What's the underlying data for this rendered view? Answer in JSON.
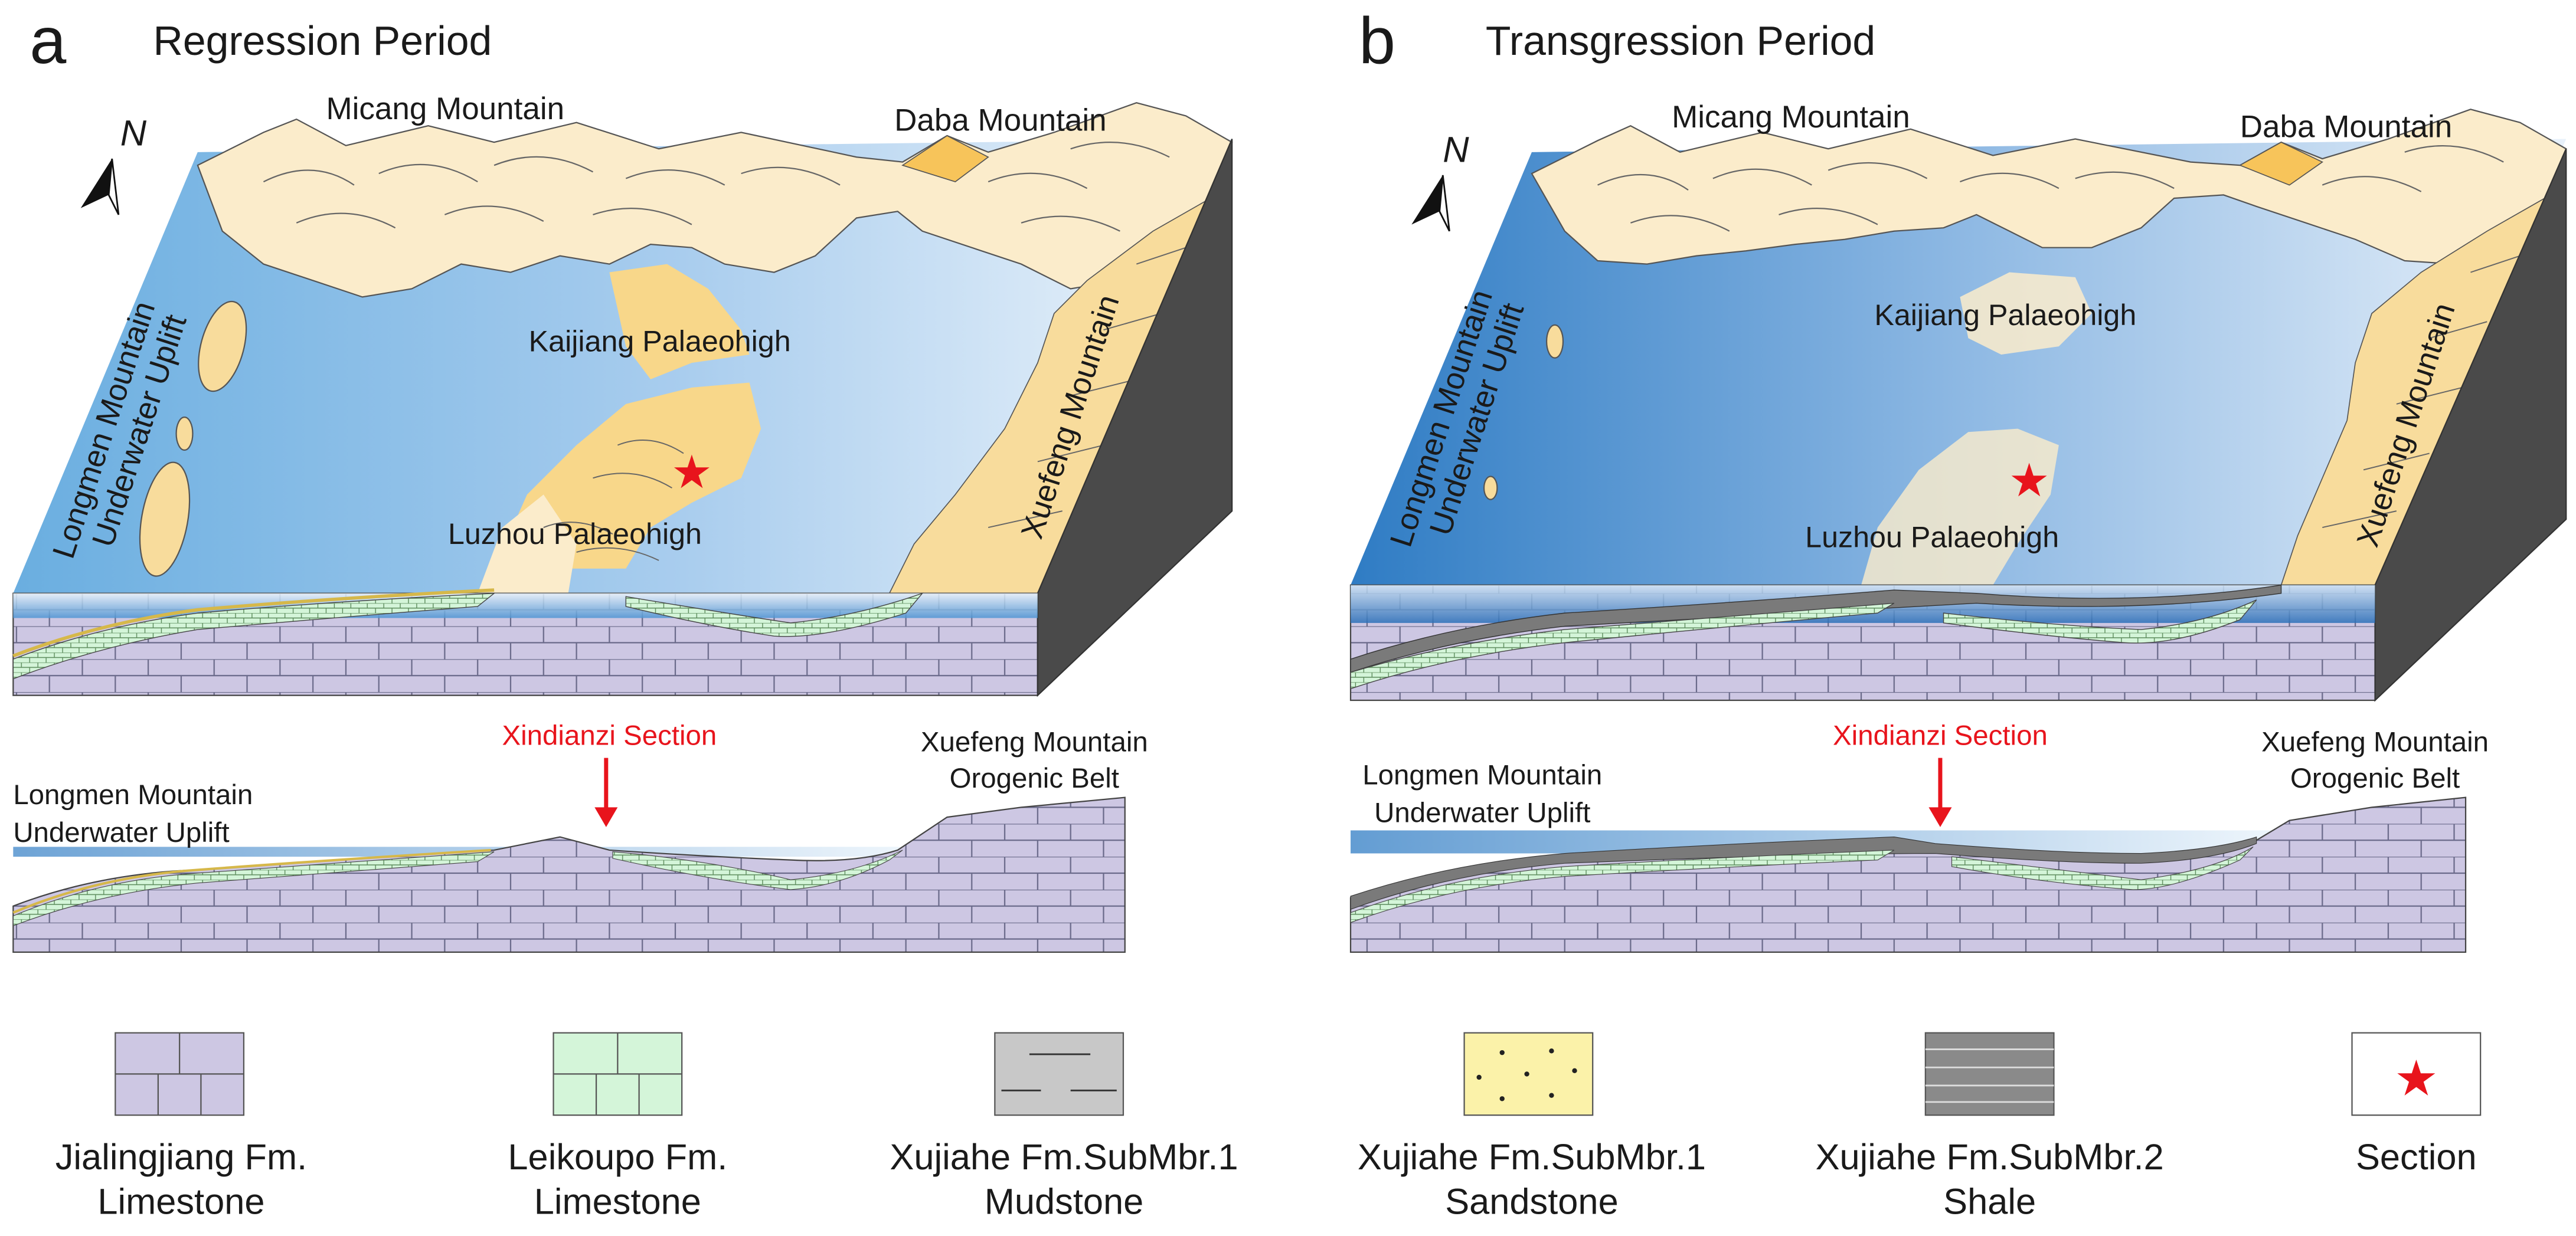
{
  "panels": [
    {
      "letter": "a",
      "title": "Regression Period",
      "compass": "N",
      "mountains": {
        "micang": "Micang Mountain",
        "daba": "Daba Mountain",
        "xuefeng": "Xuefeng Mountain"
      },
      "uplift": {
        "line1": "Longmen Mountain",
        "line2": "Underwater Uplift"
      },
      "palaeohighs": {
        "kaijiang": "Kaijiang Palaeohigh",
        "luzhou": "Luzhou Palaeohigh"
      },
      "section": {
        "label": "Xindianzi Section",
        "left1": "Longmen Mountain",
        "left2": "Underwater Uplift",
        "right1": "Xuefeng Mountain",
        "right2": "Orogenic Belt"
      }
    },
    {
      "letter": "b",
      "title": "Transgression Period",
      "compass": "N",
      "mountains": {
        "micang": "Micang Mountain",
        "daba": "Daba Mountain",
        "xuefeng": "Xuefeng Mountain"
      },
      "uplift": {
        "line1": "Longmen Mountain",
        "line2": "Underwater Uplift"
      },
      "palaeohighs": {
        "kaijiang": "Kaijiang Palaeohigh",
        "luzhou": "Luzhou Palaeohigh"
      },
      "section": {
        "label": "Xindianzi Section",
        "left1": "Longmen Mountain",
        "left2": "Underwater Uplift",
        "right1": "Xuefeng Mountain",
        "right2": "Orogenic Belt"
      }
    }
  ],
  "legend": [
    {
      "line1": "Jialingjiang Fm.",
      "line2": "Limestone",
      "pattern": "jialingjiang-limestone",
      "color": "#cdc7e3"
    },
    {
      "line1": "Leikoupo Fm.",
      "line2": "Limestone",
      "pattern": "leikoupo-limestone",
      "color": "#d4f5d9"
    },
    {
      "line1": "Xujiahe Fm.SubMbr.1",
      "line2": "Mudstone",
      "pattern": "mudstone",
      "color": "#c8c8c8"
    },
    {
      "line1": "Xujiahe Fm.SubMbr.1",
      "line2": "Sandstone",
      "pattern": "sandstone",
      "color": "#fbf2a9"
    },
    {
      "line1": "Xujiahe Fm.SubMbr.2",
      "line2": "Shale",
      "pattern": "shale",
      "color": "#8a8a8a"
    },
    {
      "line1": "Section",
      "line2": "",
      "pattern": "star",
      "color": "#e8141c"
    }
  ],
  "colors": {
    "sea": "#6aaee0",
    "land": "#f7d58a",
    "land_light": "#fbeccb",
    "limestone": "#cdc7e3",
    "cliff": "#555555",
    "section_mark": "#e8141c"
  }
}
